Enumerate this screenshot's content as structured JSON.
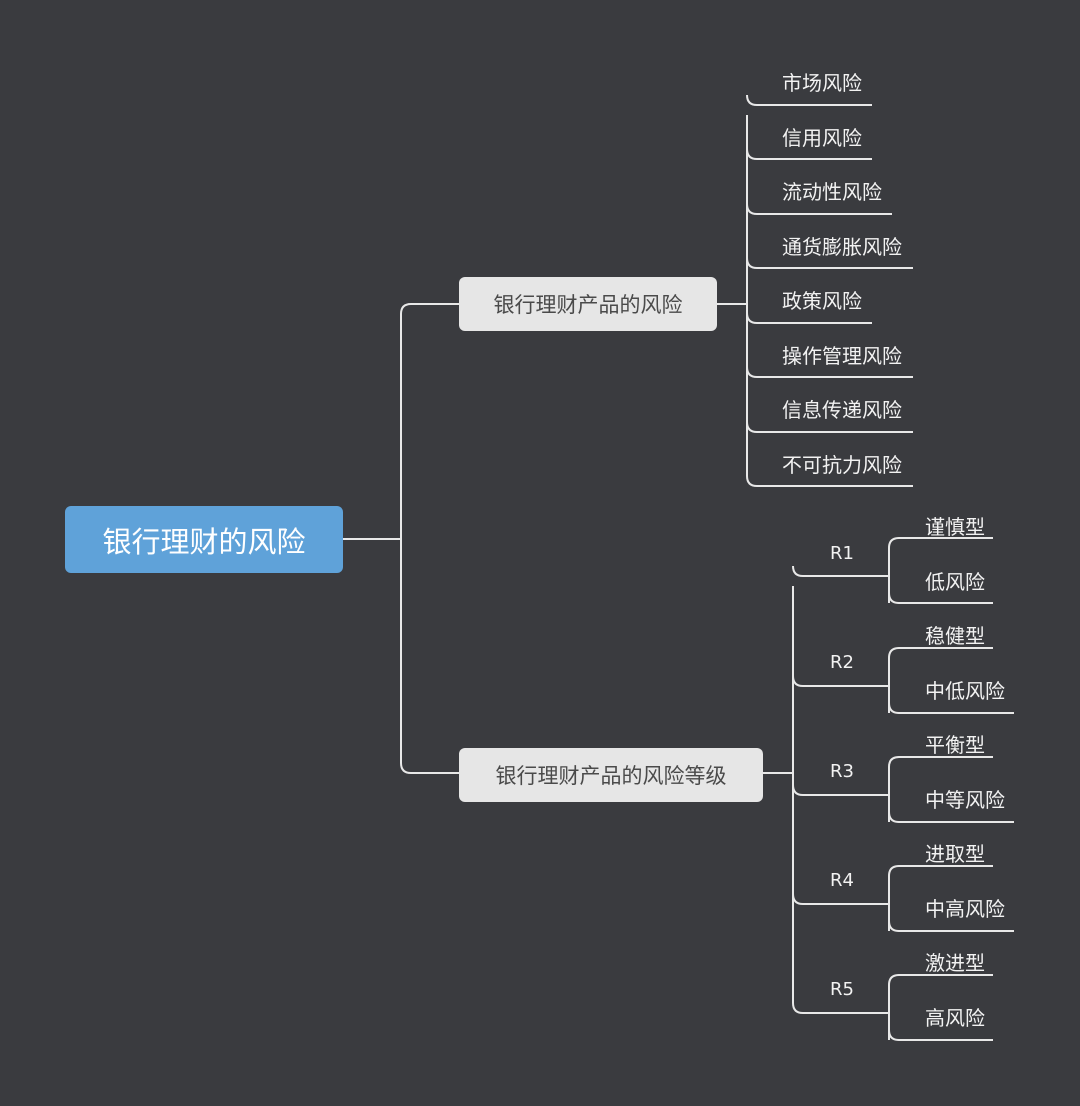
{
  "root": {
    "label": "银行理财的风险"
  },
  "branches": [
    {
      "label": "银行理财产品的风险",
      "children": [
        "市场风险",
        "信用风险",
        "流动性风险",
        "通货膨胀风险",
        "政策风险",
        "操作管理风险",
        "信息传递风险",
        "不可抗力风险"
      ]
    },
    {
      "label": "银行理财产品的风险等级",
      "levels": [
        {
          "label": "R1",
          "type": "谨慎型",
          "risk": "低风险"
        },
        {
          "label": "R2",
          "type": "稳健型",
          "risk": "中低风险"
        },
        {
          "label": "R3",
          "type": "平衡型",
          "risk": "中等风险"
        },
        {
          "label": "R4",
          "type": "进取型",
          "risk": "中高风险"
        },
        {
          "label": "R5",
          "type": "激进型",
          "risk": "高风险"
        }
      ]
    }
  ]
}
